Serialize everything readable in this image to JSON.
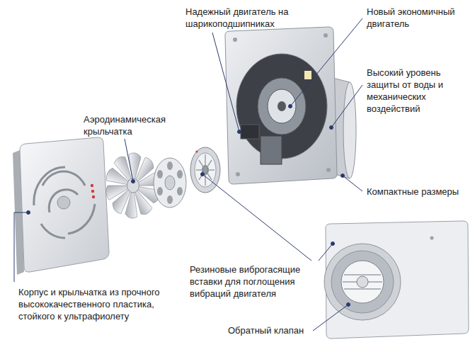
{
  "diagram": {
    "labels": [
      "Надежный двигатель на шарикоподшипниках",
      "Новый экономичный двигатель",
      "Аэродинамическая крыльчатка",
      "Высокий уровень защиты от воды и механических воздействий",
      "Компактные размеры",
      "Резиновые виброгасящие вставки для поглощения вибраций двигателя",
      "Обратный клапан",
      "Корпус и крыльчатка из прочного высококачественного пластика, стойкого к ультрафиолету"
    ]
  }
}
